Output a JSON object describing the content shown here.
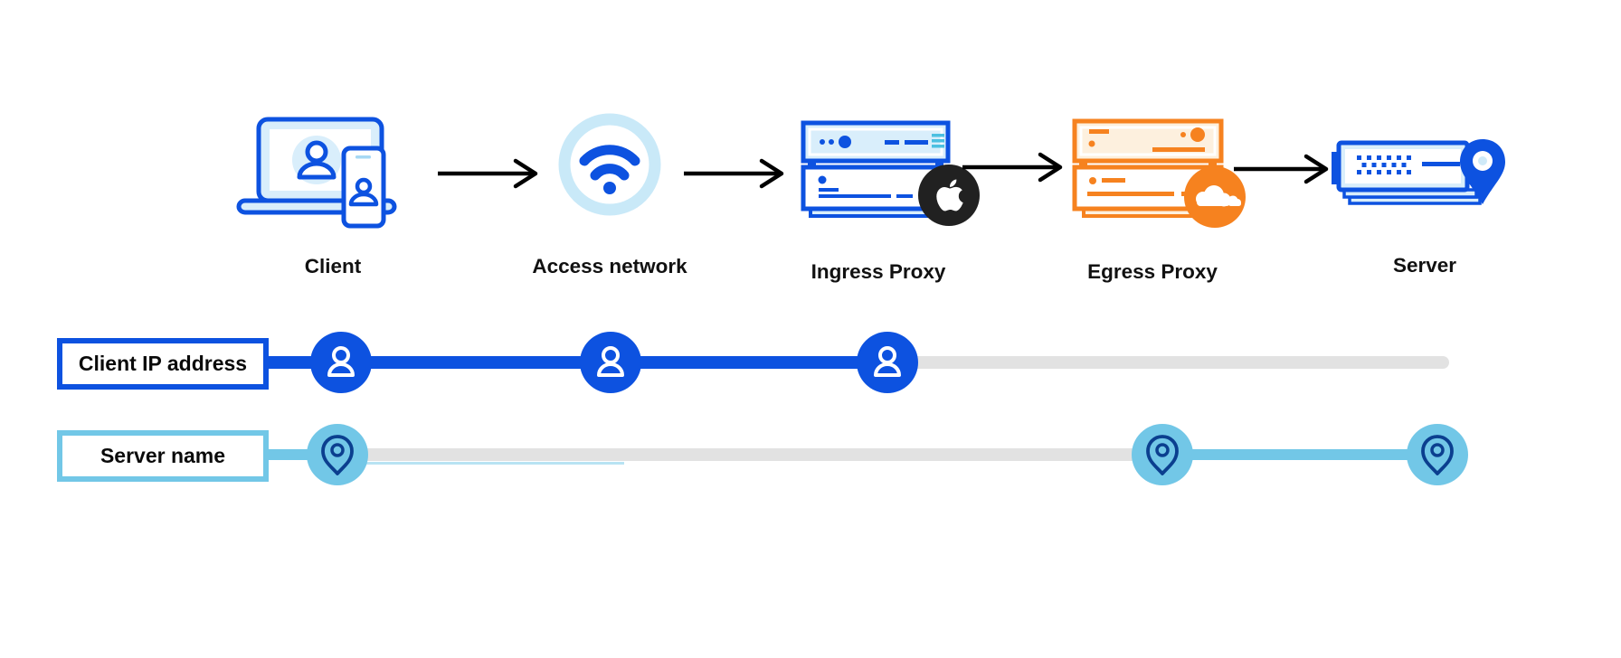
{
  "flow": {
    "nodes": [
      {
        "id": "client",
        "label": "Client",
        "icon": "laptop-phone-user-icon"
      },
      {
        "id": "access-network",
        "label": "Access network",
        "icon": "wifi-icon"
      },
      {
        "id": "ingress-proxy",
        "label": "Ingress Proxy",
        "icon": "server-stack-icon",
        "badge": "apple-logo"
      },
      {
        "id": "egress-proxy",
        "label": "Egress Proxy",
        "icon": "server-stack-icon",
        "badge": "cloudflare-logo"
      },
      {
        "id": "server",
        "label": "Server",
        "icon": "server-location-pin-icon"
      }
    ],
    "arrow_count": 4
  },
  "timelines": {
    "client_ip": {
      "label": "Client IP address",
      "marker": "user-icon",
      "visible_segment": "client-through-ingress-proxy"
    },
    "server_name": {
      "label": "Server name",
      "marker": "location-pin-icon",
      "visible_segment": "client-and-egress-through-server"
    }
  },
  "colors": {
    "primary_blue": "#0d52e0",
    "light_blue_fill": "#d9eefb",
    "pale_blue_ring": "#c9e9f8",
    "cyan": "#72c7e7",
    "navy_pin": "#0b3f8f",
    "teal_accent": "#4cc0e1",
    "orange": "#f6821f",
    "cream_fill": "#fdf0de",
    "badge_black": "#212121",
    "gray_track": "#e2e2e2",
    "arrow_black": "#000000",
    "text": "#111111"
  }
}
